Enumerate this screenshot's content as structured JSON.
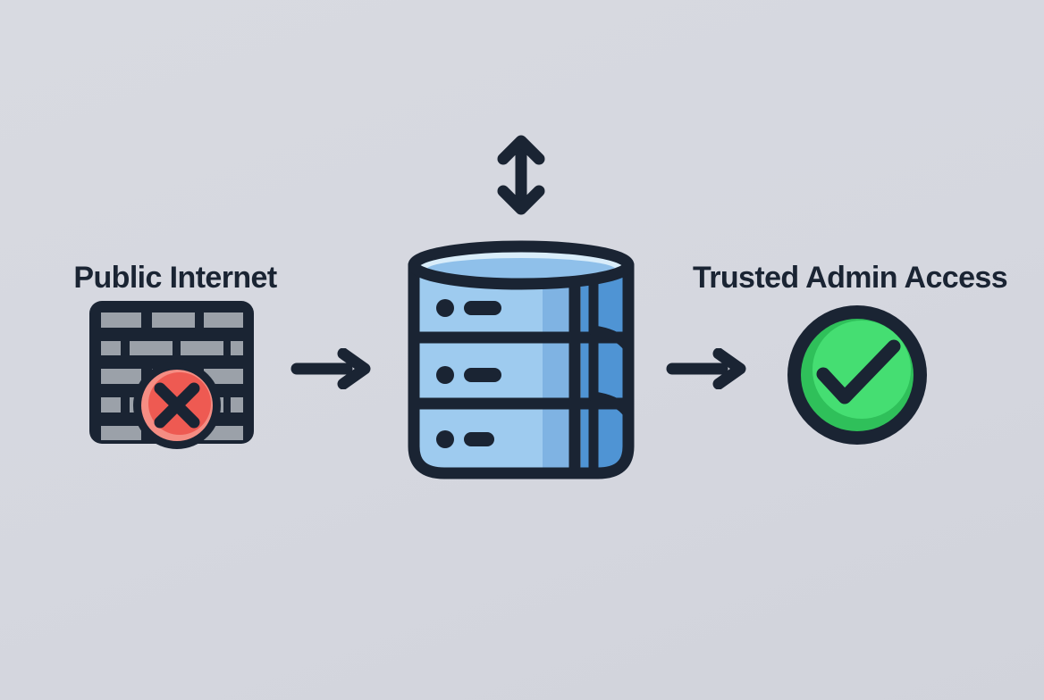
{
  "diagram": {
    "nodes": {
      "source": {
        "label": "Public Internet",
        "icon": "firewall-blocked-icon"
      },
      "database": {
        "icon": "database-icon"
      },
      "admin": {
        "label": "Trusted Admin Access",
        "icon": "check-circle-icon"
      }
    },
    "connections": [
      {
        "id": "internet-to-database",
        "from": "source",
        "to": "database",
        "style": "arrow-right"
      },
      {
        "id": "database-to-admin",
        "from": "database",
        "to": "admin",
        "style": "arrow-right"
      },
      {
        "id": "database-external-traffic",
        "from": "database",
        "to": "above",
        "style": "arrow-double-vertical"
      }
    ]
  },
  "colors": {
    "background": "#d5d7df",
    "ink": "#1a2433",
    "brick": "#9ba1a9",
    "red": "#ee5a52",
    "red_light": "#f58d83",
    "green": "#2fc05a",
    "green_light": "#45de72",
    "blue_face": "#9ecbef",
    "blue_top": "#d9edfa",
    "blue_inner": "#8fc0ea",
    "blue_mid": "#7fb3e3",
    "blue_side": "#4f94d4"
  }
}
